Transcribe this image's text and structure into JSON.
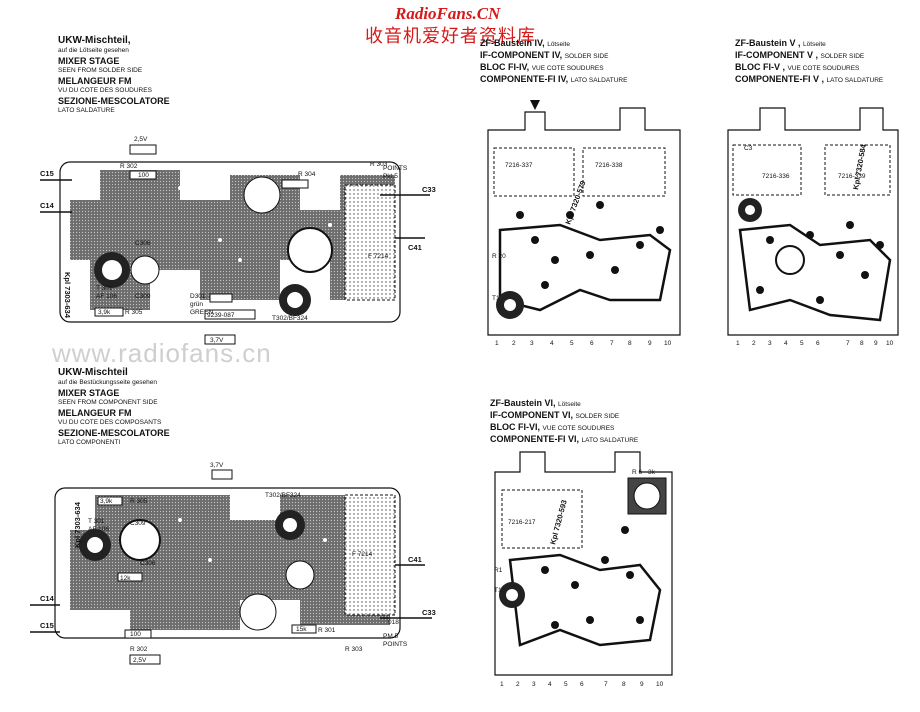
{
  "watermark": {
    "site": "RadioFans.CN",
    "chinese": "收音机爱好者资料库",
    "faded": "www.radiofans.cn"
  },
  "captions": {
    "mixer_solder": {
      "title": "UKW-Mischteil,",
      "sub": "auf die Lötseite gesehen",
      "l1": "MIXER STAGE",
      "l1s": "SEEN FROM SOLDER SIDE",
      "l2": "MELANGEUR FM",
      "l2s": "VU DU COTE DES SOUDURES",
      "l3": "SEZIONE-MESCOLATORE",
      "l3s": "LATO SALDATURE"
    },
    "mixer_component": {
      "title": "UKW-Mischteil",
      "sub": "auf die Bestückungsseite gesehen",
      "l1": "MIXER STAGE",
      "l1s": "SEEN FROM COMPONENT SIDE",
      "l2": "MELANGEUR FM",
      "l2s": "VU DU COTE DES COMPOSANTS",
      "l3": "SEZIONE-MESCOLATORE",
      "l3s": "LATO COMPONENTI"
    },
    "zf4": {
      "title": "ZF-Baustein IV,",
      "title_s": "Lötseite",
      "l1": "IF-COMPONENT IV,",
      "l1s": "SOLDER SIDE",
      "l2": "BLOC FI-IV,",
      "l2s": "VUE COTE SOUDURES",
      "l3": "COMPONENTE-FI IV,",
      "l3s": "LATO SALDATURE"
    },
    "zf5": {
      "title": "ZF-Baustein V ,",
      "title_s": "Lötseite",
      "l1": "IF-COMPONENT V ,",
      "l1s": "SOLDER SIDE",
      "l2": "BLOC FI-V ,",
      "l2s": "VUE COTE SOUDURES",
      "l3": "COMPONENTE-FI V ,",
      "l3s": "LATO SALDATURE"
    },
    "zf6": {
      "title": "ZF-Baustein VI,",
      "title_s": "Lötseite",
      "l1": "IF-COMPONENT VI,",
      "l1s": "SOLDER SIDE",
      "l2": "BLOC FI-VI,",
      "l2s": "VUE COTE SOUDURES",
      "l3": "COMPONENTE-FI VI,",
      "l3s": "LATO SALDATURE"
    }
  },
  "board_top": {
    "c15": "C15",
    "c14": "C14",
    "c33": "C33",
    "c41": "C41",
    "points": "POINTS",
    "pkt5": "Pkt.5",
    "r302": "R 302",
    "r303": "R 303",
    "r304": "R 304",
    "r305": "R 305",
    "t301": "T 301",
    "af106": "AF 106",
    "c306": "C306",
    "c309": "C309",
    "d301": "D301",
    "t302": "T302/BF324",
    "f7214": "F 7214",
    "kpl": "Kpl 7303-634",
    "v25": "2,5V",
    "v37": "3,7V",
    "r100": "100",
    "r39k": "3,9k",
    "b9239": "9239-087",
    "grun": "grün",
    "green": "GREEN"
  },
  "board_bottom": {
    "c14": "C14",
    "c15": "C15",
    "c33": "C33",
    "c41": "C41",
    "r302": "R 302",
    "r303": "R 303",
    "r301": "R 301",
    "r305": "R 305",
    "t301": "T 301",
    "af106": "AF 106",
    "c309": "C309",
    "c306": "C306",
    "pm5": "PM.5",
    "points": "POINTS",
    "v37": "3,7V",
    "v25": "2,5V",
    "f7214": "F 7214",
    "kpl": "Kpl 7303-634",
    "r12k": "12k",
    "r39k": "3,9k",
    "r100": "100",
    "r15k": "15k",
    "t302": "T302/BF324",
    "l018": "018"
  },
  "zf4_board": {
    "t1": "T1",
    "r20": "R 20",
    "tr1": "7216-337",
    "tr2": "7216-338",
    "kpl": "Kpl 7320-579",
    "pins": [
      "1",
      "2",
      "3",
      "4",
      "5",
      "6",
      "7",
      "8",
      "9",
      "10"
    ]
  },
  "zf5_board": {
    "c3": "C3",
    "tr1": "7216-336",
    "tr2": "7216-339",
    "kpl": "Kpl 7320-584",
    "pins": [
      "1",
      "2",
      "3",
      "4",
      "5",
      "6",
      "7",
      "8",
      "9",
      "10"
    ]
  },
  "zf6_board": {
    "r6": "R 6",
    "r6v": "3k",
    "tr1": "7216-217",
    "t1": "T1",
    "r1": "R1",
    "kpl": "Kpl 7320-593",
    "pins": [
      "1",
      "2",
      "3",
      "4",
      "5",
      "6",
      "7",
      "8",
      "9",
      "10"
    ]
  }
}
